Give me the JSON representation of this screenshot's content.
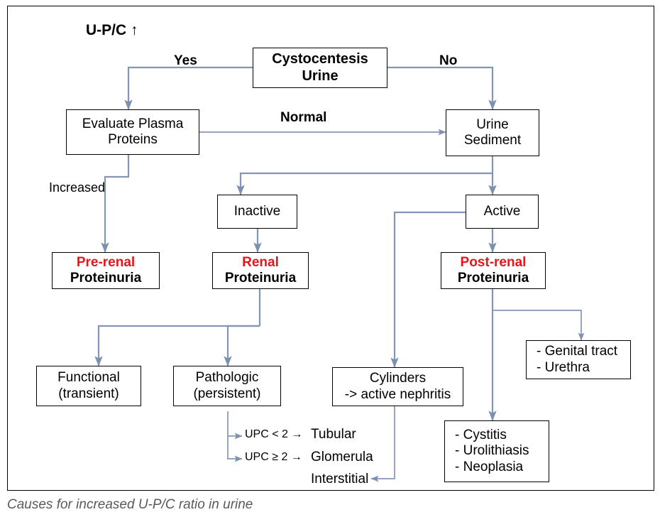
{
  "figure": {
    "caption": "Causes for increased U-P/C ratio in urine",
    "title_label": "U-P/C ↑",
    "accent_color": "#e8141b",
    "connector_color": "#8496b8",
    "box_border_color": "#000000"
  },
  "edge_labels": {
    "yes": "Yes",
    "no": "No",
    "normal": "Normal",
    "increased": "Increased"
  },
  "nodes": {
    "cystocentesis": {
      "line1": "Cystocentesis",
      "line2": "Urine"
    },
    "evaluate_plasma": {
      "line1": "Evaluate Plasma",
      "line2": "Proteins"
    },
    "urine_sediment": {
      "line1": "Urine",
      "line2": "Sediment"
    },
    "inactive": {
      "line1": "Inactive"
    },
    "active": {
      "line1": "Active"
    },
    "pre_renal": {
      "line1": "Pre-renal",
      "line2": "Proteinuria"
    },
    "renal": {
      "line1": "Renal",
      "line2": "Proteinuria"
    },
    "post_renal": {
      "line1": "Post-renal",
      "line2": "Proteinuria"
    },
    "functional": {
      "line1": "Functional",
      "line2": "(transient)"
    },
    "pathologic": {
      "line1": "Pathologic",
      "line2": "(persistent)"
    },
    "cylinders": {
      "line1": "Cylinders",
      "line2": "-> active nephritis"
    },
    "genital": {
      "line1": "- Genital tract",
      "line2": "- Urethra"
    },
    "cystitis_group": {
      "line1": "- Cystitis",
      "line2": "- Urolithiasis",
      "line3": "- Neoplasia"
    }
  },
  "annotations": {
    "upc_low": "UPC < 2  →",
    "upc_low_result": "Tubular",
    "upc_high": "UPC ≥ 2  →",
    "upc_high_result": "Glomerula",
    "interstitial": "Interstitial"
  },
  "chart_data": {
    "type": "diagram",
    "title": "Causes for increased U-P/C ratio in urine",
    "nodes": [
      "Cystocentesis Urine",
      "Evaluate Plasma Proteins",
      "Urine Sediment",
      "Inactive",
      "Active",
      "Pre-renal Proteinuria",
      "Renal Proteinuria",
      "Post-renal Proteinuria",
      "Functional (transient)",
      "Pathologic (persistent)",
      "Cylinders -> active nephritis",
      "- Genital tract / - Urethra",
      "- Cystitis / - Urolithiasis / - Neoplasia"
    ],
    "edges": [
      {
        "from": "Cystocentesis Urine",
        "to": "Evaluate Plasma Proteins",
        "label": "Yes"
      },
      {
        "from": "Cystocentesis Urine",
        "to": "Urine Sediment",
        "label": "No"
      },
      {
        "from": "Evaluate Plasma Proteins",
        "to": "Urine Sediment",
        "label": "Normal"
      },
      {
        "from": "Evaluate Plasma Proteins",
        "to": "Pre-renal Proteinuria",
        "label": "Increased"
      },
      {
        "from": "Urine Sediment",
        "to": "Inactive",
        "label": ""
      },
      {
        "from": "Urine Sediment",
        "to": "Active",
        "label": ""
      },
      {
        "from": "Inactive",
        "to": "Renal Proteinuria",
        "label": ""
      },
      {
        "from": "Active",
        "to": "Post-renal Proteinuria",
        "label": ""
      },
      {
        "from": "Active",
        "to": "Cylinders -> active nephritis",
        "label": ""
      },
      {
        "from": "Renal Proteinuria",
        "to": "Functional (transient)",
        "label": ""
      },
      {
        "from": "Renal Proteinuria",
        "to": "Pathologic (persistent)",
        "label": ""
      },
      {
        "from": "Pathologic (persistent)",
        "to": "Tubular",
        "label": "UPC < 2"
      },
      {
        "from": "Pathologic (persistent)",
        "to": "Glomerula",
        "label": "UPC ≥ 2"
      },
      {
        "from": "Cylinders -> active nephritis",
        "to": "Interstitial",
        "label": ""
      },
      {
        "from": "Post-renal Proteinuria",
        "to": "- Genital tract / - Urethra",
        "label": ""
      },
      {
        "from": "Post-renal Proteinuria",
        "to": "- Cystitis / - Urolithiasis / - Neoplasia",
        "label": ""
      }
    ]
  }
}
